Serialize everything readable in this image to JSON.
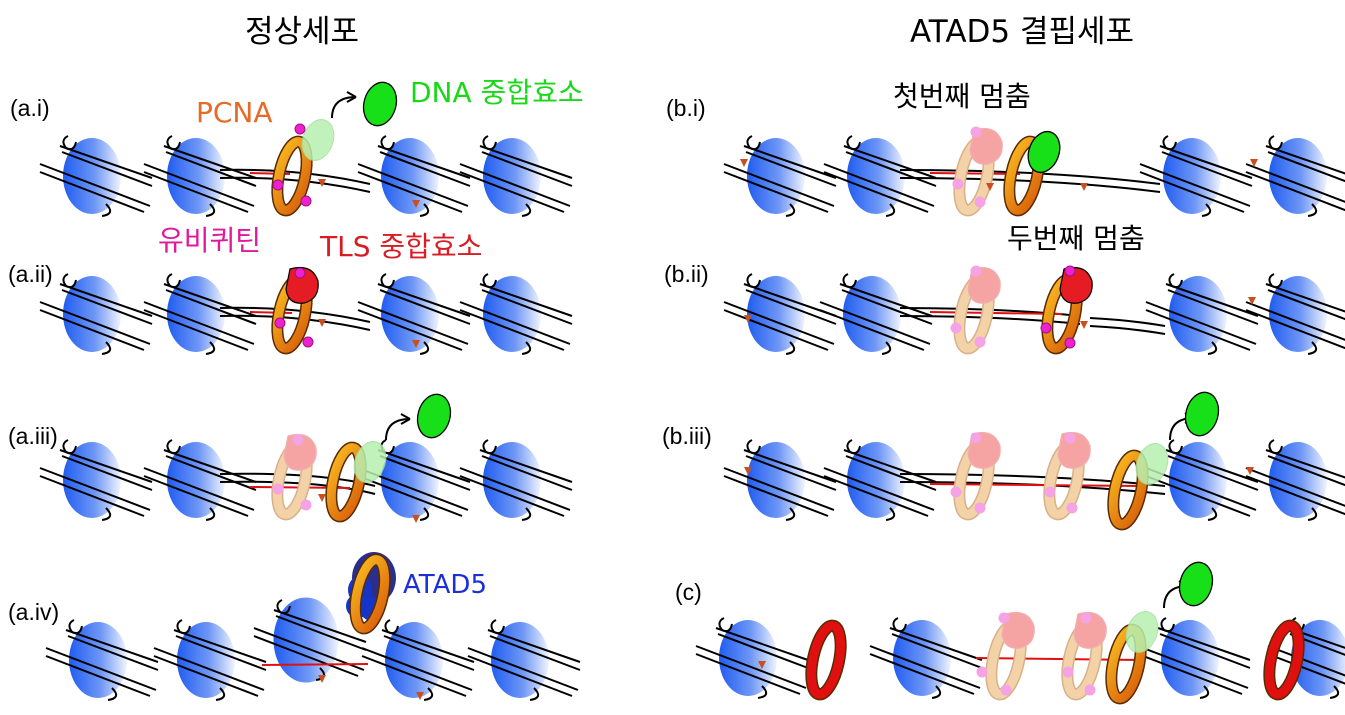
{
  "titles": {
    "left": "정상세포",
    "right": "ATAD5 결핍세포"
  },
  "panel_labels": {
    "a_i": "(a.i)",
    "a_ii": "(a.ii)",
    "a_iii": "(a.iii)",
    "a_iv": "(a.iv)",
    "b_i": "(b.i)",
    "b_ii": "(b.ii)",
    "b_iii": "(b.iii)",
    "c": "(c)"
  },
  "annotations": {
    "pcna": "PCNA",
    "dna_polymerase": "DNA 중합효소",
    "ubiquitin": "유비퀴틴",
    "tls_polymerase": "TLS 중합효소",
    "atad5": "ATAD5",
    "first_stall": "첫번째 멈춤",
    "second_stall": "두번째 멈춤"
  },
  "colors": {
    "nucleosome": "#1f5cf0",
    "pcna": "#e6820a",
    "pcna_faded": "#f4d2a8",
    "dna_polymerase": "#18e018",
    "ubiquitin": "#ee22cc",
    "tls_polymerase": "#e51c24",
    "atad5": "#1535c8",
    "retained_pcna": "#e01010",
    "lesion": "#c8501e"
  },
  "icons": [
    "nucleosome-icon",
    "pcna-ring-icon",
    "dna-polymerase-icon",
    "tls-polymerase-icon",
    "ubiquitin-icon",
    "atad5-icon",
    "lesion-icon",
    "arrow-icon"
  ]
}
